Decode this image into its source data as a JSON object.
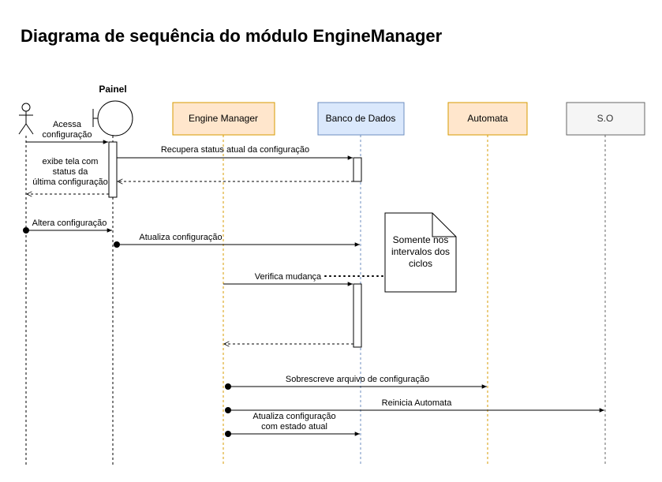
{
  "title": "Diagrama de sequência do módulo EngineManager",
  "participants": {
    "actor": {
      "label": ""
    },
    "painel": {
      "label": "Painel"
    },
    "engine": {
      "label": "Engine Manager",
      "fill": "#ffe6cc",
      "stroke": "#d79b00"
    },
    "banco": {
      "label": "Banco de Dados",
      "fill": "#dae8fc",
      "stroke": "#6c8ebf"
    },
    "automata": {
      "label": "Automata",
      "fill": "#ffe6cc",
      "stroke": "#d79b00"
    },
    "so": {
      "label": "S.O",
      "fill": "#f5f5f5",
      "stroke": "#666666"
    }
  },
  "messages": {
    "m1": {
      "line1": "Acessa",
      "line2": "configuração"
    },
    "m2": {
      "text": "Recupera status atual da configuração"
    },
    "m3": {
      "line1": "exibe tela com",
      "line2": "status da",
      "line3": "última configuração"
    },
    "m4": {
      "text": "Altera configuração"
    },
    "m5": {
      "text": "Atualiza configuração"
    },
    "m6": {
      "text": "Verifica mudança"
    },
    "m7": {
      "text": "Sobrescreve arquivo de configuração"
    },
    "m8": {
      "text": "Reinicia Automata"
    },
    "m9": {
      "line1": "Atualiza configuração",
      "line2": "com estado atual"
    }
  },
  "note": {
    "line1": "Somente nos",
    "line2": "intervalos dos",
    "line3": "ciclos"
  }
}
